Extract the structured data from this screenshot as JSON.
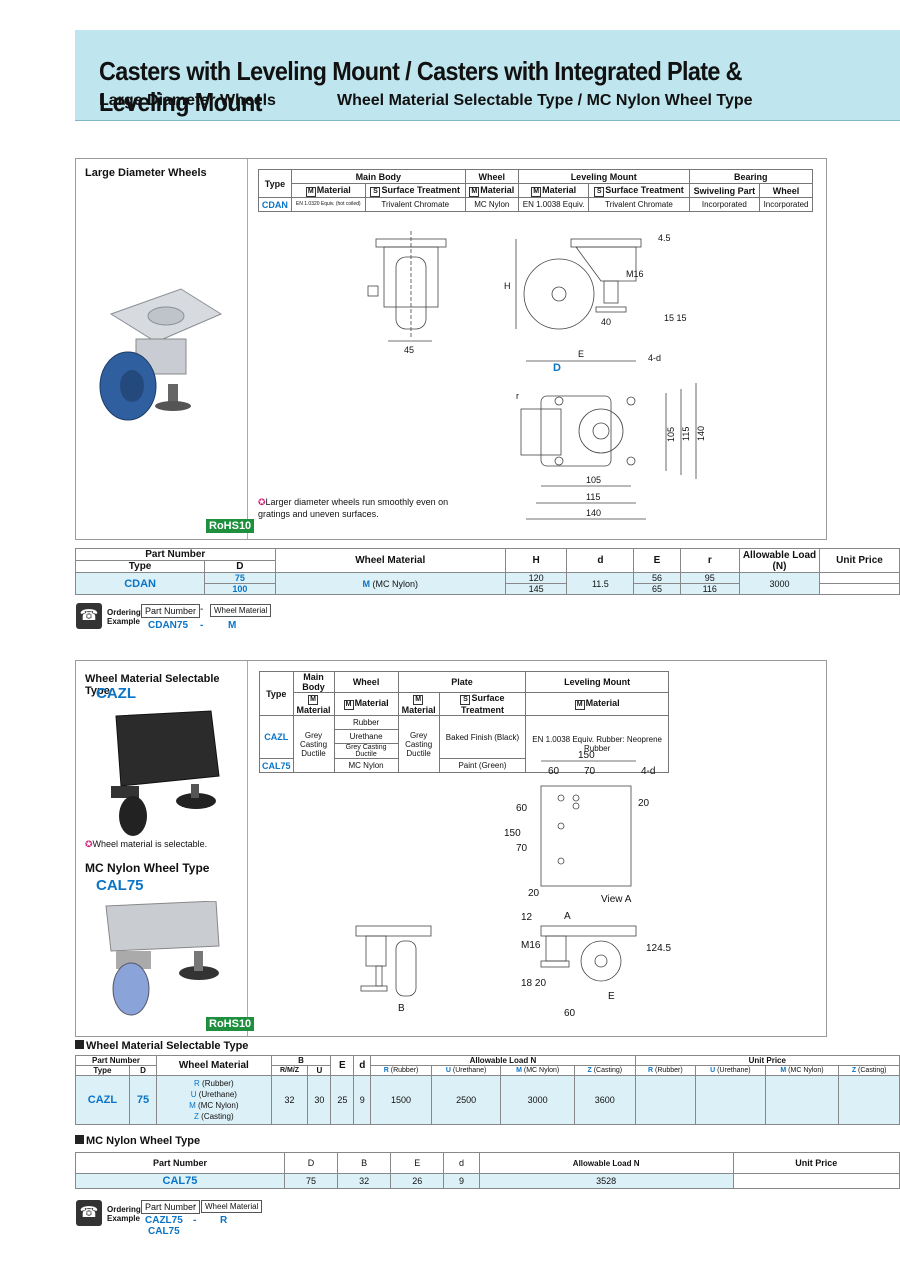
{
  "header": {
    "title": "Casters with Leveling Mount  / Casters with Integrated Plate & Leveling Mount",
    "sub_left": "Large Diameter Wheels",
    "sub_right": "Wheel Material Selectable Type / MC Nylon Wheel Type"
  },
  "sec1": {
    "title": "Large Diameter Wheels",
    "note": "Larger diameter wheels run smoothly even on gratings and uneven surfaces.",
    "rohs": "RoHS10",
    "spec": {
      "type_h": "Type",
      "main_body": "Main Body",
      "wheel": "Wheel",
      "leveling": "Leveling Mount",
      "bearing": "Bearing",
      "m": "M",
      "s": "S",
      "material": "Material",
      "surface": "Surface Treatment",
      "swiveling": "Swiveling Part",
      "wheel2": "Wheel",
      "row": {
        "type": "CDAN",
        "mb_mat": "EN 1.0320 Equiv. (hot coiled)",
        "mb_surf": "Trivalent Chromate",
        "wh_mat": "MC Nylon",
        "lm_mat": "EN 1.0038 Equiv.",
        "lm_surf": "Trivalent Chromate",
        "b_swivel": "Incorporated",
        "b_wheel": "Incorporated"
      }
    },
    "dims": {
      "d45a": "4.5",
      "m16": "M16",
      "h": "H",
      "d40": "40",
      "d45": "45",
      "e": "E",
      "d": "D",
      "d1515": "15 15",
      "fourd": "4-d",
      "r": "r",
      "d105": "105",
      "d115": "115",
      "d140": "140"
    },
    "part": {
      "h_partnum": "Part Number",
      "h_type": "Type",
      "h_d": "D",
      "h_wm": "Wheel Material",
      "h_H": "H",
      "h_dd": "d",
      "h_E": "E",
      "h_r": "r",
      "h_load": "Allowable Load (N)",
      "h_price": "Unit Price",
      "type": "CDAN",
      "d": [
        "75",
        "100"
      ],
      "wm_code": "M",
      "wm_name": "(MC Nylon)",
      "H": [
        "120",
        "145"
      ],
      "dd": "11.5",
      "E": [
        "56",
        "65"
      ],
      "r": [
        "95",
        "116"
      ],
      "load": "3000"
    },
    "order": {
      "label1": "Ordering",
      "label2": "Example",
      "box1": "Part Number",
      "dash": "-",
      "box2": "Wheel Material",
      "ex1": "CDAN75",
      "ex2": "M"
    }
  },
  "sec2": {
    "title1": "Wheel Material Selectable Type",
    "code1": "CAZL",
    "note": "Wheel material is selectable.",
    "title2": "MC Nylon Wheel Type",
    "code2": "CAL75",
    "rohs": "RoHS10",
    "spec": {
      "type_h": "Type",
      "main_body": "Main Body",
      "wheel": "Wheel",
      "plate": "Plate",
      "leveling": "Leveling Mount",
      "material": "Material",
      "surface": "Surface Treatment",
      "m": "M",
      "s": "S",
      "cazl": "CAZL",
      "cal75": "CAL75",
      "grey": "Grey Casting Ductile",
      "rubber": "Rubber",
      "urethane": "Urethane",
      "grey_cast": "Grey Casting Ductile",
      "mcnylon": "MC Nylon",
      "baked": "Baked Finish (Black)",
      "paint": "Paint (Green)",
      "lm": "EN 1.0038 Equiv. Rubber: Neoprene Rubber"
    },
    "dims": {
      "d150": "150",
      "d60": "60",
      "d70": "70",
      "fourd": "4-d",
      "d20": "20",
      "d60v": "60",
      "d70v": "70",
      "d150v": "150",
      "d20b": "20",
      "viewa": "View A",
      "a": "A",
      "d12": "12",
      "m16": "M16",
      "d1245": "124.5",
      "d1820": "18 20",
      "b": "B",
      "e": "E",
      "d60b": "60"
    }
  },
  "sec3": {
    "head": "Wheel Material Selectable Type",
    "h_partnum": "Part Number",
    "h_type": "Type",
    "h_d": "D",
    "h_wm": "Wheel Material",
    "h_b": "B",
    "h_rmz": "R/M/Z",
    "h_u": "U",
    "h_e": "E",
    "h_dd": "d",
    "h_load": "Allowable Load N",
    "h_price": "Unit Price",
    "mats": [
      {
        "code": "R",
        "name": "(Rubber)"
      },
      {
        "code": "U",
        "name": "(Urethane)"
      },
      {
        "code": "M",
        "name": "(MC Nylon)"
      },
      {
        "code": "Z",
        "name": "(Casting)"
      }
    ],
    "type": "CAZL",
    "d": "75",
    "b_rmz": "32",
    "b_u": "30",
    "e": "25",
    "dd": "9",
    "loads": [
      "1500",
      "2500",
      "3000",
      "3600"
    ]
  },
  "sec4": {
    "head": "MC Nylon Wheel Type",
    "h_partnum": "Part Number",
    "h_d": "D",
    "h_b": "B",
    "h_e": "E",
    "h_dd": "d",
    "h_load": "Allowable Load N",
    "h_price": "Unit Price",
    "type": "CAL75",
    "d": "75",
    "b": "32",
    "e": "26",
    "dd": "9",
    "load": "3528"
  },
  "order2": {
    "label1": "Ordering",
    "label2": "Example",
    "box1": "Part Number",
    "dash": "-",
    "box2": "Wheel Material",
    "ex1": "CAZL75",
    "ex1b": "CAL75",
    "ex2": "R"
  }
}
